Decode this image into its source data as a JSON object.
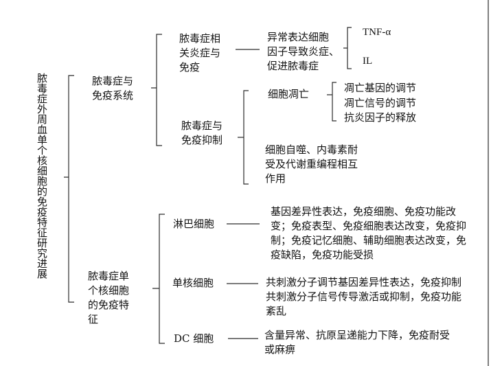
{
  "root": "脓毒症外周血单个核细胞的免疫特征研究进展",
  "branch1": {
    "label": "脓毒症与\n免疫系统",
    "sub1": {
      "label": "脓毒症相\n关炎症与\n免疫",
      "detail": "异常表达细胞\n因子导致炎症、\n促进脓毒症",
      "items": [
        "TNF-α",
        "IL"
      ]
    },
    "sub2": {
      "label": "脓毒症与\n免疫抑制",
      "apoptosis": {
        "label": "细胞凋亡",
        "items": [
          "凋亡基因的调节",
          "凋亡信号的调节",
          "抗炎因子的释放"
        ]
      },
      "autophagy": "细胞自噬、内毒素耐\n受及代谢重编程相互\n作用"
    }
  },
  "branch2": {
    "label": "脓毒症单\n个核细胞\n的免疫特\n征",
    "lymph": {
      "label": "淋巴细胞",
      "detail": "基因差异性表达，免疫细胞、免疫功能改\n变；免疫表型、免疫细胞表达改变，免疫抑\n制；免疫记忆细胞、辅助细胞表达改变，免\n疫缺陷，免疫功能受损"
    },
    "mono": {
      "label": "单核细胞",
      "detail": "共刺激分子调节基因差异性表达，免疫抑制\n共刺激分子信号传导激活或抑制，免疫功能\n紊乱"
    },
    "dc": {
      "label": "DC 细胞",
      "detail": "含量异常、抗原呈递能力下降，免疫耐受\n或麻痹"
    }
  }
}
